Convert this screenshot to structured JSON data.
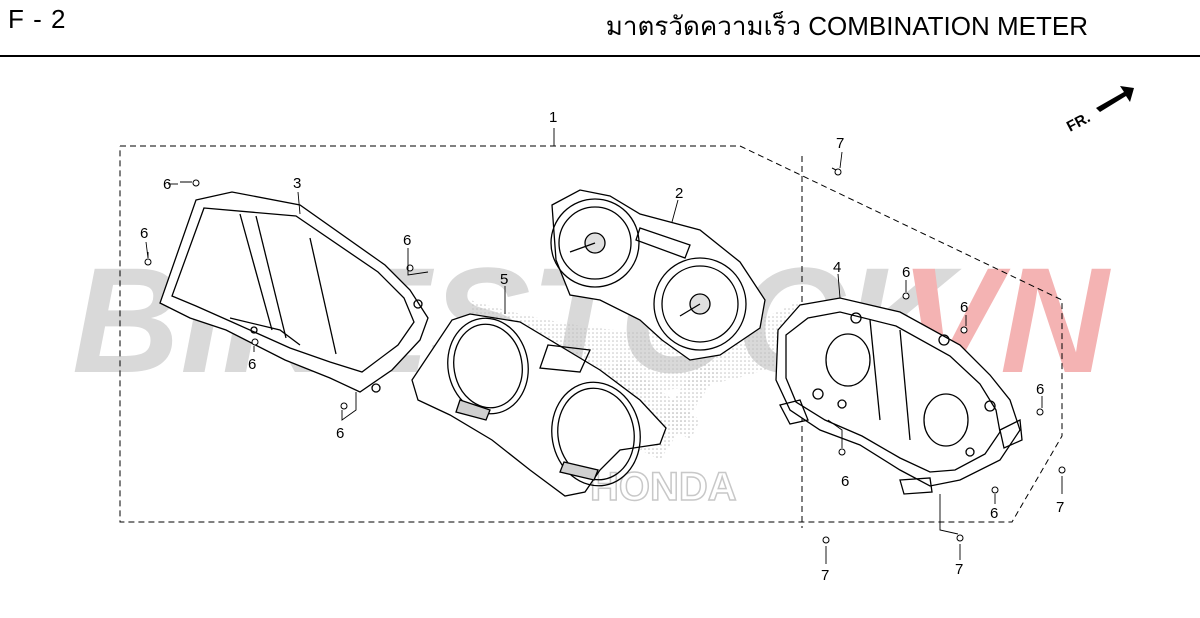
{
  "header": {
    "page_code": "F - 2",
    "title": "มาตรวัดความเร็ว  COMBINATION METER"
  },
  "direction_indicator": {
    "label": "FR.",
    "icon": "arrow-icon"
  },
  "watermark": {
    "text_main": "BIKESTOCK",
    "text_accent": "VN",
    "brand_mark": "HONDA",
    "colors": {
      "main": "#d9d9d9",
      "accent": "#f4b3b3"
    }
  },
  "callouts": [
    {
      "id": "callout-1",
      "label": "1"
    },
    {
      "id": "callout-2",
      "label": "2"
    },
    {
      "id": "callout-3",
      "label": "3"
    },
    {
      "id": "callout-4",
      "label": "4"
    },
    {
      "id": "callout-5",
      "label": "5"
    },
    {
      "id": "callout-6a",
      "label": "6"
    },
    {
      "id": "callout-6b",
      "label": "6"
    },
    {
      "id": "callout-6c",
      "label": "6"
    },
    {
      "id": "callout-6d",
      "label": "6"
    },
    {
      "id": "callout-6e",
      "label": "6"
    },
    {
      "id": "callout-6f",
      "label": "6"
    },
    {
      "id": "callout-6g",
      "label": "6"
    },
    {
      "id": "callout-6h",
      "label": "6"
    },
    {
      "id": "callout-6i",
      "label": "6"
    },
    {
      "id": "callout-6j",
      "label": "6"
    },
    {
      "id": "callout-7a",
      "label": "7"
    },
    {
      "id": "callout-7b",
      "label": "7"
    },
    {
      "id": "callout-7c",
      "label": "7"
    },
    {
      "id": "callout-7d",
      "label": "7"
    }
  ]
}
